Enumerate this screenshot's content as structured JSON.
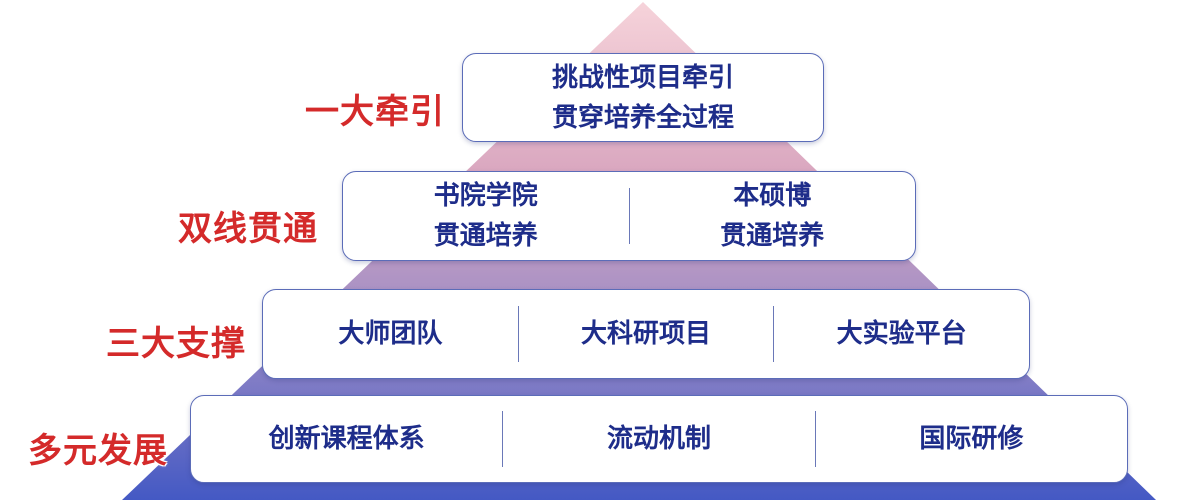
{
  "colors": {
    "label_red": "#d42a2a",
    "text_blue": "#1e2d8a",
    "pyramid_top": "#f2c9d2",
    "pyramid_bottom": "#4f64c6"
  },
  "levels": [
    {
      "label": "一大牵引",
      "cells": [
        {
          "lines": [
            "挑战性项目牵引",
            "贯穿培养全过程"
          ]
        }
      ]
    },
    {
      "label": "双线贯通",
      "cells": [
        {
          "lines": [
            "书院学院",
            "贯通培养"
          ]
        },
        {
          "lines": [
            "本硕博",
            "贯通培养"
          ]
        }
      ]
    },
    {
      "label": "三大支撑",
      "cells": [
        {
          "lines": [
            "大师团队"
          ]
        },
        {
          "lines": [
            "大科研项目"
          ]
        },
        {
          "lines": [
            "大实验平台"
          ]
        }
      ]
    },
    {
      "label": "多元发展",
      "cells": [
        {
          "lines": [
            "创新课程体系"
          ]
        },
        {
          "lines": [
            "流动机制"
          ]
        },
        {
          "lines": [
            "国际研修"
          ]
        }
      ]
    }
  ]
}
